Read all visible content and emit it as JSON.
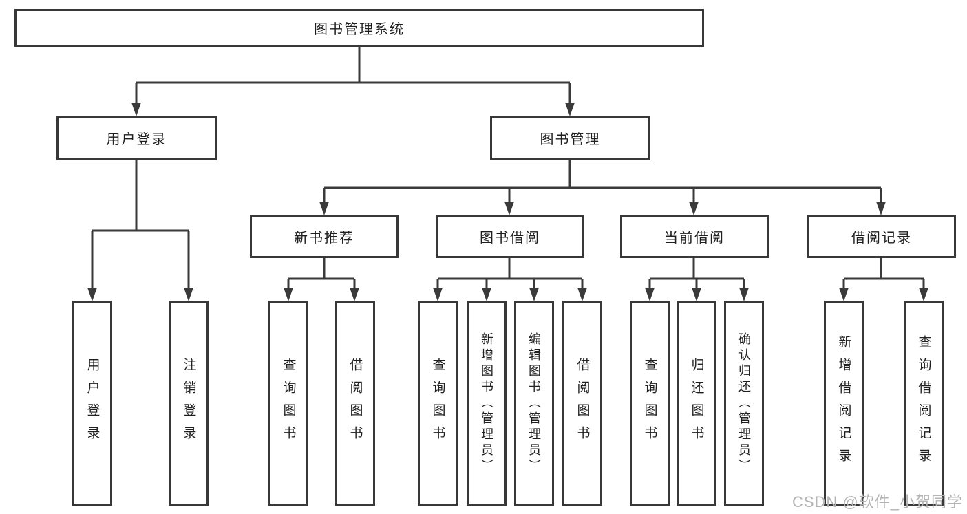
{
  "diagram": {
    "title": "图书管理系统",
    "level2": {
      "user_login": "用户登录",
      "book_mgmt": "图书管理"
    },
    "level3": {
      "new_book_rec": "新书推荐",
      "book_borrow": "图书借阅",
      "current_borrow": "当前借阅",
      "borrow_record": "借阅记录"
    },
    "leaves": {
      "user_login": [
        "用户登录",
        "注销登录"
      ],
      "new_book_rec": [
        "查询图书",
        "借阅图书"
      ],
      "book_borrow": [
        "查询图书",
        "新增图书（管理员）",
        "编辑图书（管理员）",
        "借阅图书"
      ],
      "current_borrow": [
        "查询图书",
        "归还图书",
        "确认归还（管理员）"
      ],
      "borrow_record": [
        "新增借阅记录",
        "查询借阅记录"
      ]
    },
    "colors": {
      "line": "#3a3a3a",
      "border": "#383838",
      "text": "#1f1f1f",
      "watermark_text": "#b4b4b4",
      "background": "#ffffff"
    },
    "watermark": "CSDN @软件_小贺同学"
  }
}
